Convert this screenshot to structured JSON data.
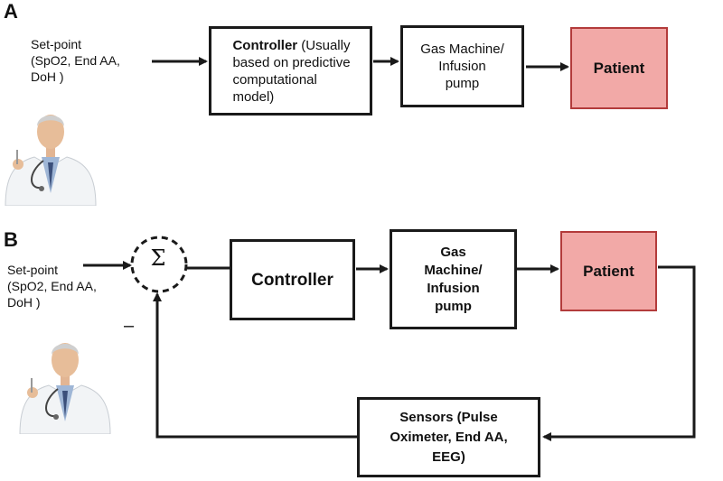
{
  "panel_a": {
    "label": "A",
    "setpoint_lines": [
      "Set-point",
      "(SpO2, End AA,",
      "DoH )"
    ],
    "controller_title": "Controller",
    "controller_lines": [
      "(Usually",
      "based on  predictive",
      "computational",
      "model)"
    ],
    "gas_lines": [
      "Gas Machine/",
      "Infusion",
      "pump"
    ],
    "patient": "Patient"
  },
  "panel_b": {
    "label": "B",
    "setpoint_lines": [
      "Set-point",
      "(SpO2, End AA,",
      "DoH )"
    ],
    "sigma": "Σ",
    "minus": "–",
    "controller": "Controller",
    "gas_lines": [
      "Gas",
      "Machine/",
      "Infusion",
      "pump"
    ],
    "patient": "Patient",
    "sensor_lines": [
      "Sensors (Pulse",
      "Oximeter, End AA,",
      "EEG)"
    ]
  },
  "colors": {
    "patient_fill": "#f2a9a7",
    "patient_border": "#b33b3b",
    "line": "#1a1a1a"
  }
}
